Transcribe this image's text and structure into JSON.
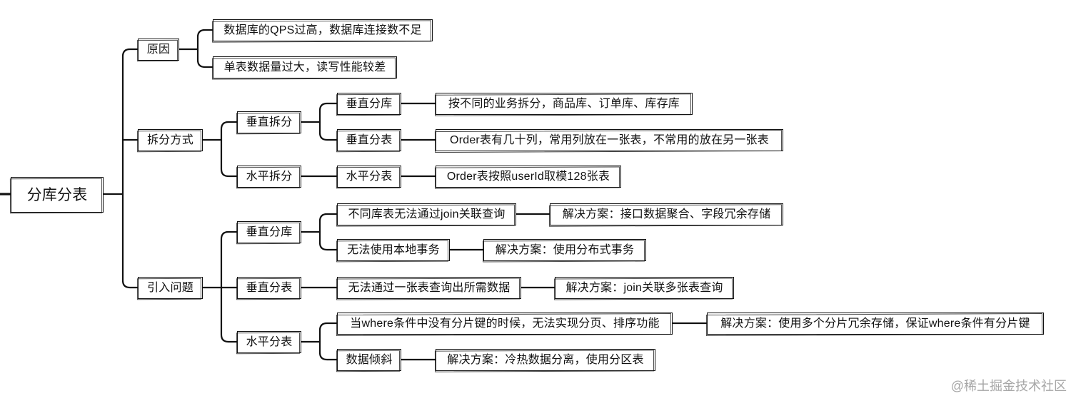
{
  "colors": {
    "ink": "#111111",
    "background": "#ffffff",
    "watermark": "#a6a6a6"
  },
  "root": {
    "label": "分库分表",
    "children": [
      {
        "label": "原因",
        "children": [
          {
            "label": "数据库的QPS过高，数据库连接数不足"
          },
          {
            "label": "单表数据量过大，读写性能较差"
          }
        ]
      },
      {
        "label": "拆分方式",
        "children": [
          {
            "label": "垂直拆分",
            "children": [
              {
                "label": "垂直分库",
                "children": [
                  {
                    "label": "按不同的业务拆分，商品库、订单库、库存库"
                  }
                ]
              },
              {
                "label": "垂直分表",
                "children": [
                  {
                    "label": "Order表有几十列，常用列放在一张表，不常用的放在另一张表"
                  }
                ]
              }
            ]
          },
          {
            "label": "水平拆分",
            "children": [
              {
                "label": "水平分表",
                "children": [
                  {
                    "label": "Order表按照userId取模128张表"
                  }
                ]
              }
            ]
          }
        ]
      },
      {
        "label": "引入问题",
        "children": [
          {
            "label": "垂直分库",
            "children": [
              {
                "label": "不同库表无法通过join关联查询",
                "children": [
                  {
                    "label": "解决方案：接口数据聚合、字段冗余存储"
                  }
                ]
              },
              {
                "label": "无法使用本地事务",
                "children": [
                  {
                    "label": "解决方案：使用分布式事务"
                  }
                ]
              }
            ]
          },
          {
            "label": "垂直分表",
            "children": [
              {
                "label": "无法通过一张表查询出所需数据",
                "children": [
                  {
                    "label": "解决方案：join关联多张表查询"
                  }
                ]
              }
            ]
          },
          {
            "label": "水平分表",
            "children": [
              {
                "label": "当where条件中没有分片键的时候，无法实现分页、排序功能",
                "children": [
                  {
                    "label": "解决方案：使用多个分片冗余存储，保证where条件有分片键"
                  }
                ]
              },
              {
                "label": "数据倾斜",
                "children": [
                  {
                    "label": "解决方案：冷热数据分离，使用分区表"
                  }
                ]
              }
            ]
          }
        ]
      }
    ]
  },
  "watermark": "@稀土掘金技术社区"
}
